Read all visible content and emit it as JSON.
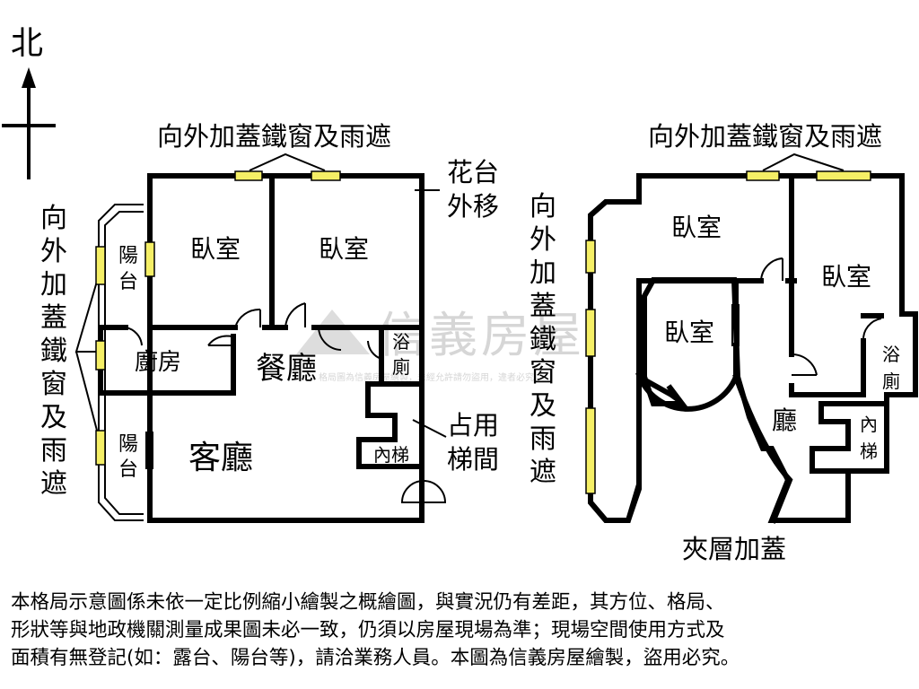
{
  "compass": {
    "north": "北"
  },
  "left_plan": {
    "top_note": "向外加蓋鐵窗及雨遮",
    "west_note": "向外加蓋鐵窗及雨遮",
    "planter_note": [
      "花台",
      "外移"
    ],
    "stair_note": [
      "占用",
      "梯間"
    ],
    "rooms": {
      "balcony_top": "陽台",
      "bedroom_a": "臥室",
      "bedroom_b": "臥室",
      "kitchen": "廚房",
      "dining": "餐廳",
      "bath": "浴廁",
      "living": "客廳",
      "balcony_bottom": "陽台",
      "stairs": "內梯"
    }
  },
  "right_plan": {
    "top_note": "向外加蓋鐵窗及雨遮",
    "west_note": "向外加蓋鐵窗及雨遮",
    "bottom_note": "夾層加蓋",
    "rooms": {
      "bedroom_a": "臥室",
      "bedroom_b": "臥室",
      "bedroom_c": "臥室",
      "bath": "浴廁",
      "hall": "廳",
      "stairs": "內梯"
    }
  },
  "watermark": {
    "brand": "信義房屋",
    "notice": "格局圖為信義房屋繪製，未經允許請勿盜用，違者必究"
  },
  "disclaimer": [
    "本格局示意圖係未依一定比例縮小繪製之概繪圖，與實況仍有差距，其方位、格局、",
    "形狀等與地政機關測量成果圖未必一致，仍須以房屋現場為準；現場空間使用方式及",
    "面積有無登記(如：露台、陽台等)，請洽業務人員。本圖為信義房屋繪製，盜用必究。"
  ]
}
